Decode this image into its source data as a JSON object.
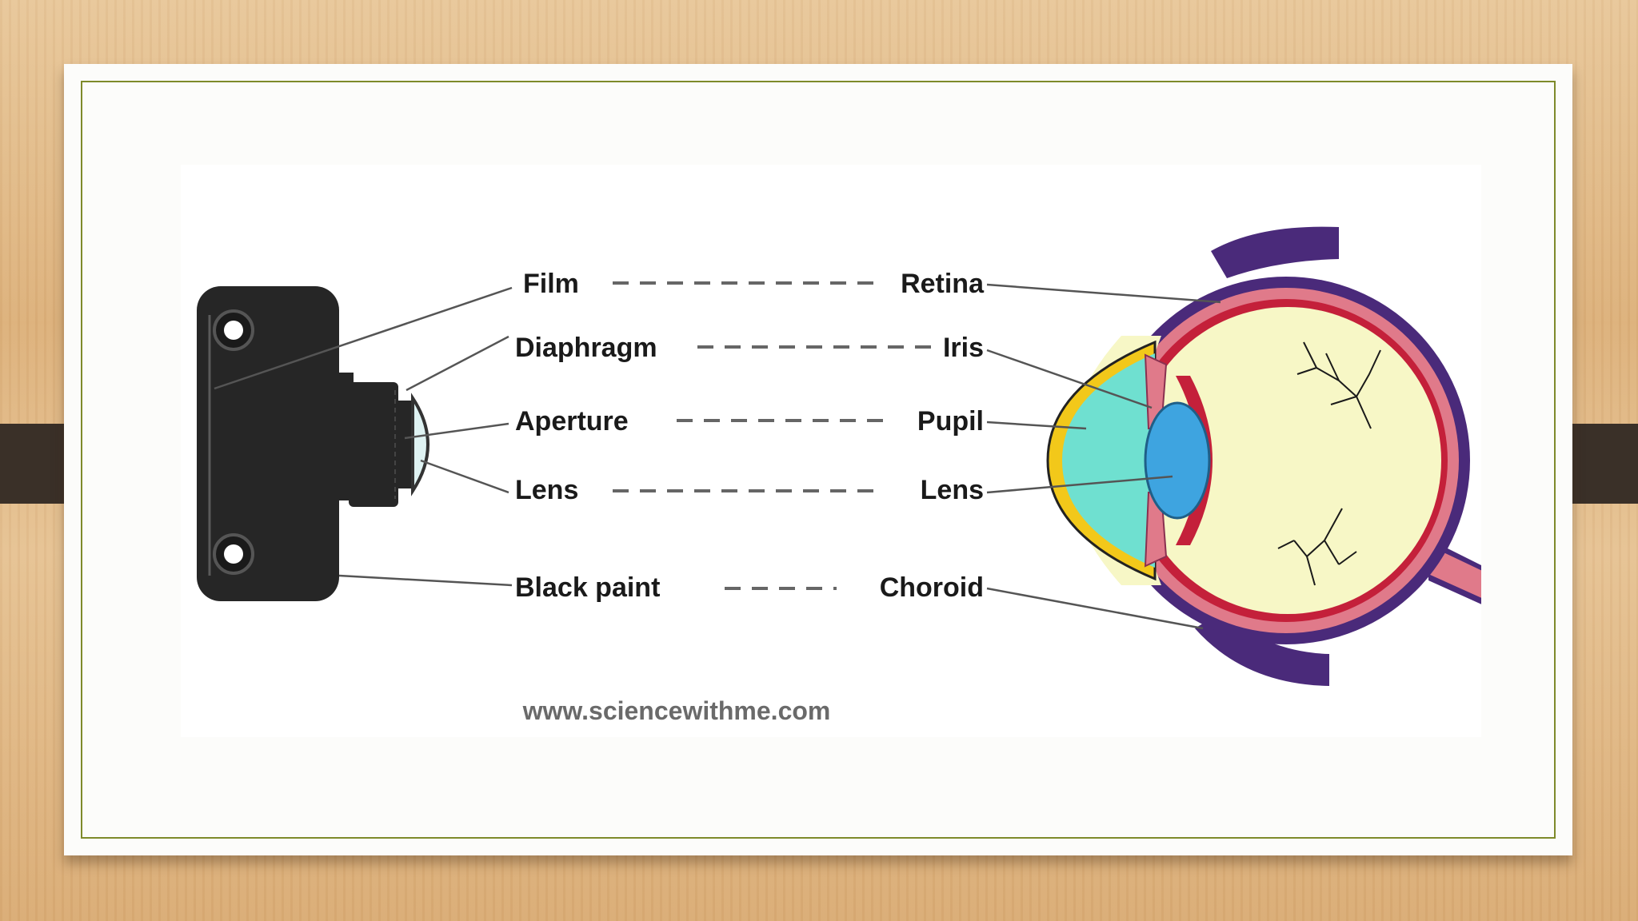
{
  "camera_labels": [
    "Film",
    "Diaphragm",
    "Aperture",
    "Lens",
    "Black paint"
  ],
  "eye_labels": [
    "Retina",
    "Iris",
    "Pupil",
    "Lens",
    "Choroid"
  ],
  "credit": "www.sciencewithme.com",
  "colors": {
    "camera_body": "#262626",
    "sclera": "#4a2a7a",
    "choroid": "#e07a8a",
    "retina_border": "#c4203a",
    "vitreous": "#f7f7c6",
    "cornea": "#6fe0d0",
    "iris_yellow": "#f2c81a",
    "lens_blue": "#3ea4e0",
    "frame_border": "#7e8a2a"
  }
}
